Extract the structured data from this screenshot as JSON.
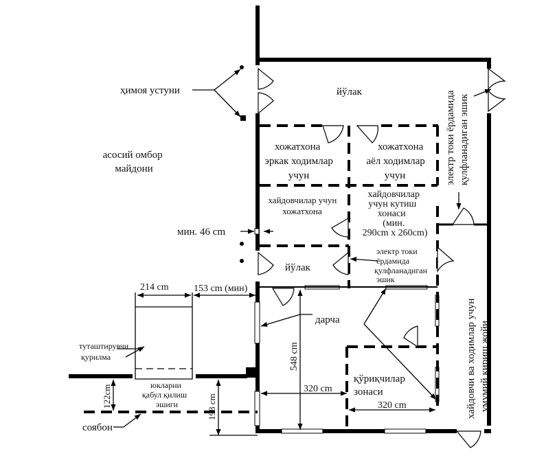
{
  "labels": {
    "corridor_top": "йўлак",
    "protection_post": "ҳимоя устуни",
    "main_storage_1": "асосий омбор",
    "main_storage_2": "майдони",
    "wc_men_1": "хожатхона",
    "wc_men_2": "эркак ходимлар",
    "wc_men_3": "учун",
    "wc_women_1": "хожатхона",
    "wc_women_2": "аёл ходимлар",
    "wc_women_3": "учун",
    "wc_drivers_1": "хайдовчилар учун",
    "wc_drivers_2": "хожатхона",
    "wait_room_1": "хайдовчилар",
    "wait_room_2": "учун кутиш",
    "wait_room_3": "хонаси",
    "wait_room_4": "(мин.",
    "wait_room_5": "290cm x 260cm)",
    "min_46": "мин. 46 cm",
    "corridor_mid": "йўлак",
    "elock_door_1": "электр токи",
    "elock_door_2": "ёрдамида",
    "elock_door_3": "қулфланадиган",
    "elock_door_4": "эшик",
    "elock_right_1": "электр токи ёрдамида",
    "elock_right_2": "қулфланадиган эшик",
    "dim_214": "214 cm",
    "dim_153": "153 cm (мин)",
    "window": "дарча",
    "dock_leveler_1": "туташтирувчи",
    "dock_leveler_2": "қурилма",
    "dim_548": "548 cm",
    "dim_320_a": "320 cm",
    "dim_320_b": "320 cm",
    "guard_zone_1": "қўриқчилар",
    "guard_zone_2": "зонаси",
    "entrance_1": "хайдовчи ва ходимлар учун",
    "entrance_2": "умумий кириш жойи",
    "dim_122": "122cm",
    "dim_198": "198 cm",
    "loading_door_1": "юкларни",
    "loading_door_2": "қабул қилиш",
    "loading_door_3": "эшиги",
    "canopy": "соябон"
  }
}
